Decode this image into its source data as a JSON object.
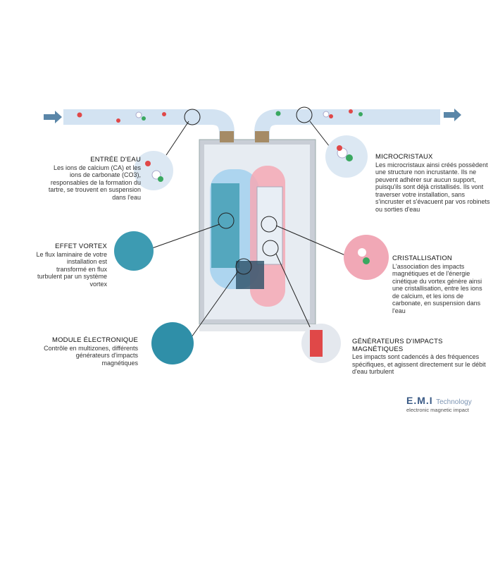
{
  "blocks": {
    "entree": {
      "title": "ENTRÉE D'EAU",
      "text": "Les ions de calcium (CA) et les ions de carbonate (CO3), responsables de la formation du tartre, se trouvent en suspension dans l'eau"
    },
    "micro": {
      "title": "MICROCRISTAUX",
      "text": "Les microcristaux ainsi créés possèdent une structure non incrustante. Ils ne peuvent adhérer sur aucun support, puisqu'ils sont déjà cristallisés. Ils vont traverser votre installation, sans s'incruster et s'évacuent par vos robinets ou sorties d'eau"
    },
    "vortex": {
      "title": "EFFET VORTEX",
      "text": "Le flux laminaire de votre installation est transformé en flux turbulent par un système vortex"
    },
    "cristal": {
      "title": "CRISTALLISATION",
      "text": "L'association des impacts magnétiques et de l'énergie cinétique du vortex génère ainsi une cristallisation, entre les ions de calcium, et les ions de carbonate, en suspension dans l'eau"
    },
    "module": {
      "title": "MODULE ÉLECTRONIQUE",
      "text": "Contrôle en multizones, différents générateurs d'impacts magnétiques"
    },
    "gen": {
      "title": "GÉNÉRATEURS D'IMPACTS MAGNÉTIQUES",
      "text": "Les impacts sont cadencés à des fréquences spécifiques, et agissent directement sur le débit d'eau turbulent"
    }
  },
  "logo": {
    "brand": "E.M.I",
    "tech": "Technology",
    "sub": "electronic magnetic impact"
  },
  "colors": {
    "pipe": "#cfe0f0",
    "arrow": "#5a86a8",
    "red": "#e04848",
    "green": "#3aa860",
    "pcb": "#2f8fa8"
  }
}
